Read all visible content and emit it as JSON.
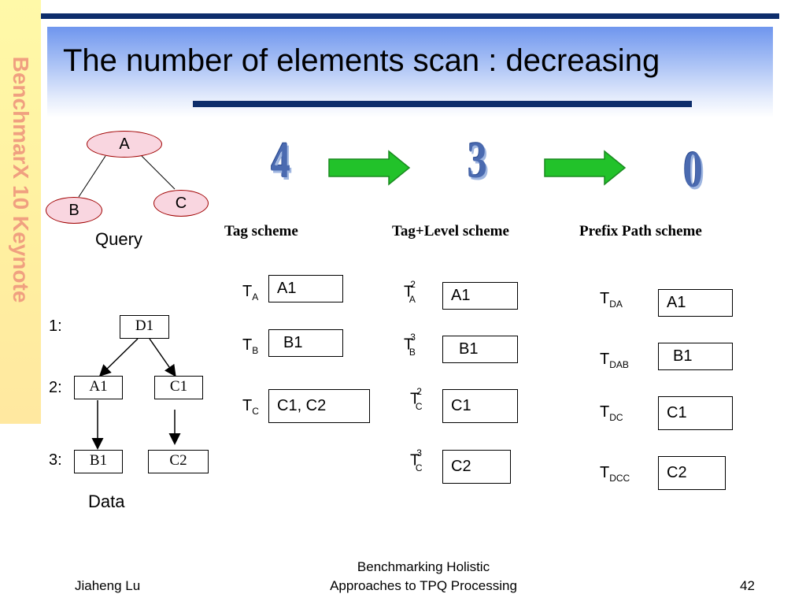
{
  "sidebar": {
    "text": "BenchmarX 10 Keynote"
  },
  "slide": {
    "title": "The number of elements scan : decreasing"
  },
  "query": {
    "node_a": "A",
    "node_b": "B",
    "node_c": "C",
    "label": "Query"
  },
  "data_tree": {
    "levels": [
      "1:",
      "2:",
      "3:"
    ],
    "d1": "D1",
    "a1": "A1",
    "c1": "C1",
    "b1": "B1",
    "c2": "C2",
    "label": "Data"
  },
  "counts": [
    "4",
    "3",
    "0"
  ],
  "schemes": {
    "tag": {
      "title": "Tag scheme",
      "rows": [
        {
          "t": "T",
          "sub": "A",
          "value": "A1"
        },
        {
          "t": "T",
          "sub": "B",
          "value": "B1"
        },
        {
          "t": "T",
          "sub": "C",
          "value": "C1, C2"
        }
      ]
    },
    "tag_level": {
      "title": "Tag+Level scheme",
      "rows": [
        {
          "t": "T",
          "sub": "A",
          "sup": "2",
          "value": "A1"
        },
        {
          "t": "T",
          "sub": "B",
          "sup": "3",
          "value": "B1"
        },
        {
          "t": "T",
          "sub": "C",
          "sup": "2",
          "value": "C1"
        },
        {
          "t": "T",
          "sub": "C",
          "sup": "3",
          "value": "C2"
        }
      ]
    },
    "prefix_path": {
      "title": "Prefix Path scheme",
      "rows": [
        {
          "t": "T",
          "sub": "DA",
          "value": "A1"
        },
        {
          "t": "T",
          "sub": "DAB",
          "value": "B1"
        },
        {
          "t": "T",
          "sub": "DC",
          "value": "C1"
        },
        {
          "t": "T",
          "sub": "DCC",
          "value": "C2"
        }
      ]
    }
  },
  "footer": {
    "author": "Jiaheng Lu",
    "center_line1": "Benchmarking Holistic",
    "center_line2": "Approaches to TPQ Processing",
    "page": "42"
  },
  "colors": {
    "accent_navy": "#0d2d6b",
    "arrow_green": "#22c22a",
    "node_fill": "#f9d6e0",
    "node_border": "#a00000",
    "sidebar_text": "#f0a080"
  }
}
